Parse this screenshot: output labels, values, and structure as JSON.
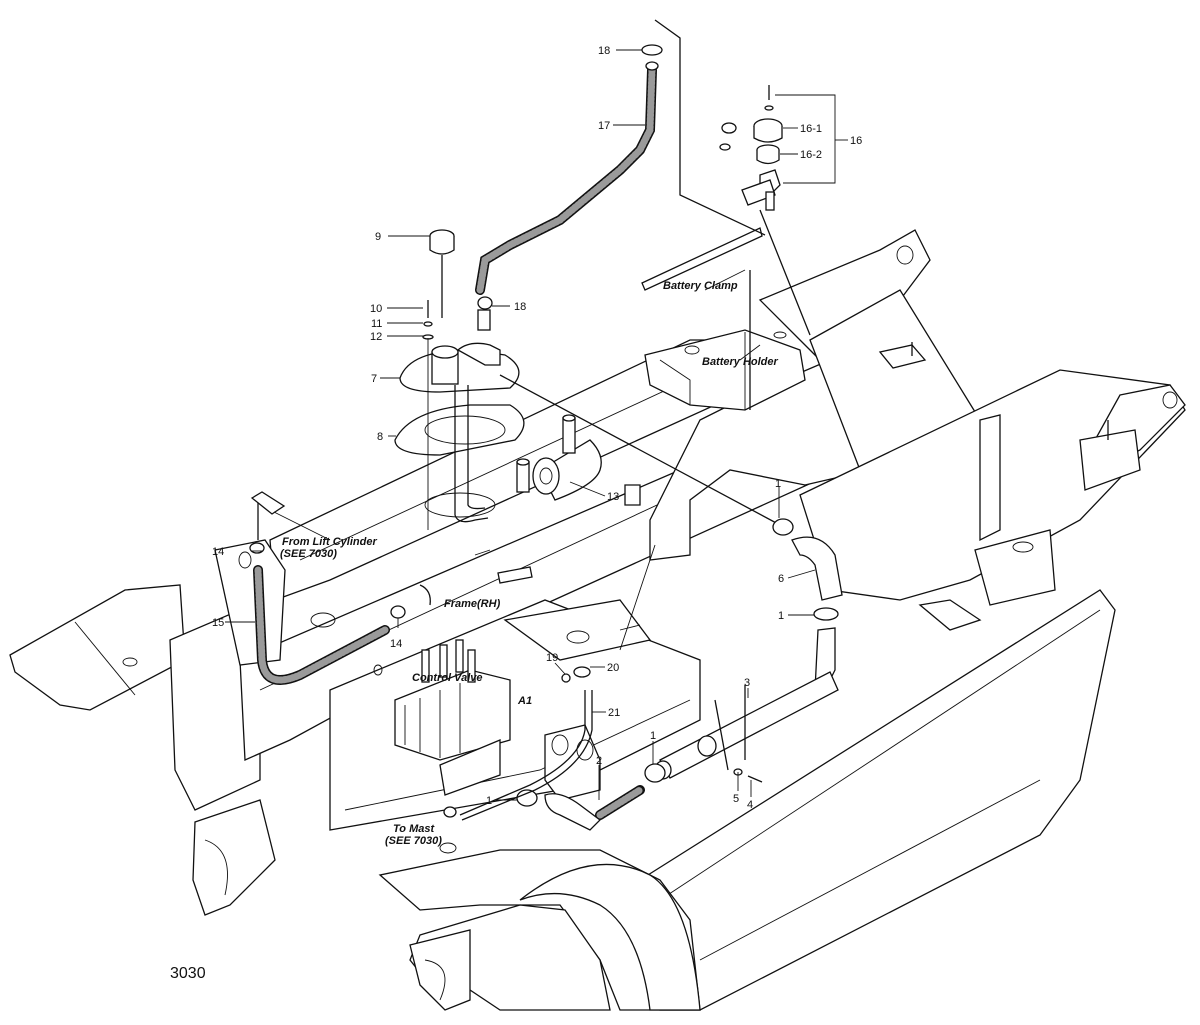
{
  "drawing": {
    "figure_number": "3030",
    "callouts": {
      "c1": "1",
      "c2": "2",
      "c3": "3",
      "c4": "4",
      "c5": "5",
      "c6": "6",
      "c7": "7",
      "c8": "8",
      "c9": "9",
      "c10": "10",
      "c11": "11",
      "c12": "12",
      "c13": "13",
      "c14": "14",
      "c15": "15",
      "c16": "16",
      "c16_1": "16-1",
      "c16_2": "16-2",
      "c17": "17",
      "c18": "18",
      "c19": "19",
      "c20": "20",
      "c21": "21",
      "a1": "A1"
    },
    "labels": {
      "battery_clamp": "Battery Clamp",
      "battery_holder": "Battery Holder",
      "from_lift_cylinder": "From Lift Cylinder",
      "from_lift_cylinder_ref": "(SEE 7030)",
      "frame_rh": "Frame(RH)",
      "control_valve": "Control Valve",
      "to_mast": "To Mast",
      "to_mast_ref": "(SEE 7030)"
    }
  }
}
